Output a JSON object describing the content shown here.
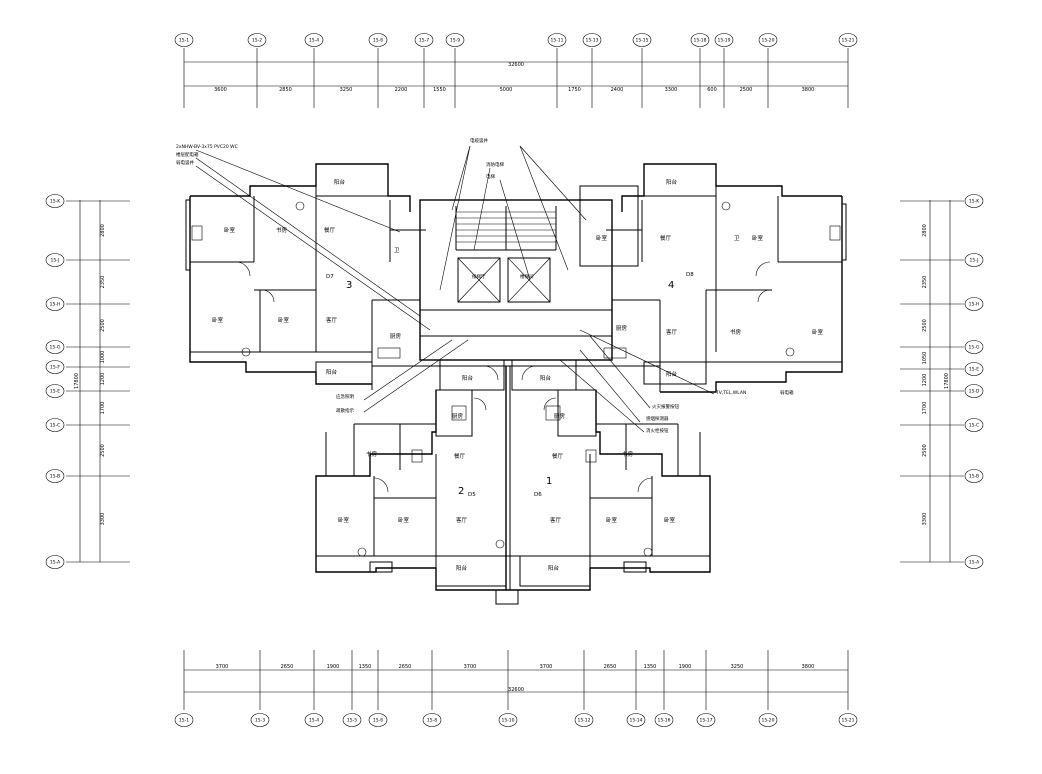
{
  "drawing": {
    "top_total": "32600",
    "bottom_total": "32600",
    "left_total": "17800",
    "right_total": "17800",
    "unit_labels": [
      "D7",
      "D8",
      "D5",
      "D6"
    ],
    "unit_numbers": [
      "3",
      "4",
      "2",
      "1"
    ],
    "elevator_label": "候梯厅",
    "stair_label": "楼梯间"
  },
  "grid": {
    "top": [
      "15-1",
      "15-2",
      "15-4",
      "15-6",
      "15-7",
      "15-9",
      "15-11",
      "15-13",
      "15-15",
      "15-18",
      "15-19",
      "15-20",
      "15-21"
    ],
    "bottom": [
      "15-1",
      "15-3",
      "15-4",
      "15-5",
      "15-6",
      "15-8",
      "15-10",
      "15-12",
      "15-14",
      "15-16",
      "15-17",
      "15-20",
      "15-21"
    ],
    "left": [
      "15-K",
      "15-J",
      "15-H",
      "15-G",
      "15-F",
      "15-E",
      "15-C",
      "15-B",
      "15-A"
    ],
    "right": [
      "15-K",
      "15-J",
      "15-H",
      "15-G",
      "15-E",
      "15-D",
      "15-C",
      "15-B",
      "15-A"
    ]
  },
  "dims": {
    "top": [
      "3600",
      "2850",
      "3250",
      "2200",
      "1550",
      "5000",
      "1750",
      "2400",
      "3300",
      "600",
      "2500",
      "3800"
    ],
    "bottom": [
      "3700",
      "2650",
      "1900",
      "1350",
      "2650",
      "3700",
      "3700",
      "2650",
      "1350",
      "1900",
      "3250",
      "3800"
    ],
    "left": [
      "2800",
      "2350",
      "2500",
      "1000",
      "1200",
      "1700",
      "2500",
      "3300"
    ],
    "right": [
      "2800",
      "2350",
      "2500",
      "1050",
      "1200",
      "1700",
      "2500",
      "3300"
    ]
  },
  "rooms": {
    "bedroom": "卧室",
    "living": "客厅",
    "dining": "餐厅",
    "kitchen": "厨房",
    "bath": "卫",
    "balcony": "阳台",
    "study": "书房"
  },
  "notes": {
    "top_left_1": "2xNHW-BV-3x75 PVC20 WC",
    "top_left_2": "楼层配电箱",
    "top_left_3": "弱电竖井",
    "top_center_1": "电缆竖井",
    "top_center_2": "消防电梯",
    "top_center_3": "电梯",
    "right_1": "TV,TEL,WLAN",
    "right_2": "弱电箱",
    "mid_1": "应急照明",
    "mid_2": "疏散指示",
    "mid_3": "火灾报警按钮",
    "mid_4": "感烟探测器",
    "mid_5": "消火栓按钮"
  }
}
